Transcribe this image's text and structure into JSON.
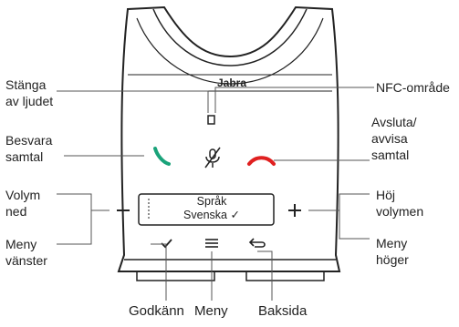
{
  "device": {
    "brand": "Jabra",
    "screen": {
      "line1": "Språk",
      "line2": "Svenska ✓"
    }
  },
  "callouts": {
    "mute": [
      "Stänga",
      "av ljudet"
    ],
    "nfc": [
      "NFC-område"
    ],
    "answer": [
      "Besvara",
      "samtal"
    ],
    "end": [
      "Avsluta/",
      "avvisa",
      "samtal"
    ],
    "vol_down": [
      "Volym",
      "ned"
    ],
    "vol_up": [
      "Höj",
      "volymen"
    ],
    "menu_left": [
      "Meny",
      "vänster"
    ],
    "menu_right": [
      "Meny",
      "höger"
    ],
    "accept": "Godkänn",
    "menu": "Meny",
    "back": "Baksida"
  },
  "colors": {
    "answer": "#1aa37a",
    "end": "#e02020",
    "line": "#555555",
    "body": "#ffffff",
    "outline": "#222222"
  }
}
